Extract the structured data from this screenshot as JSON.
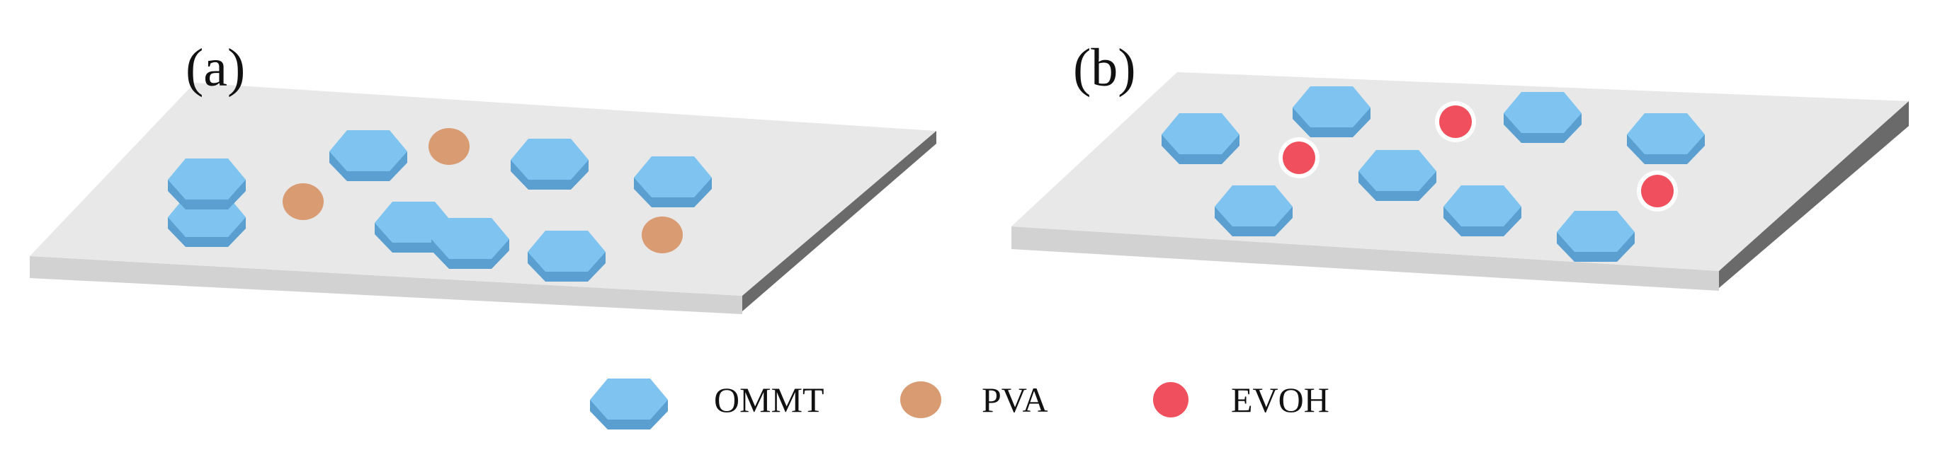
{
  "panels": [
    {
      "label": "(a)"
    },
    {
      "label": "(b)"
    }
  ],
  "legend": [
    {
      "label": "OMMT",
      "shape": "hexagon",
      "color": "#7fc4f0"
    },
    {
      "label": "PVA",
      "shape": "circle",
      "color": "#d89b72"
    },
    {
      "label": "EVOH",
      "shape": "circle",
      "color": "#f0505d"
    }
  ],
  "colors": {
    "substrate_top": "#e8e8e8",
    "substrate_front": "#d2d2d2",
    "substrate_side": "#6a6a6a",
    "hexagon": "#7fc4f0",
    "hexagon_side": "#5a9fd0",
    "pva": "#d89b72",
    "evoh": "#f0505d"
  }
}
